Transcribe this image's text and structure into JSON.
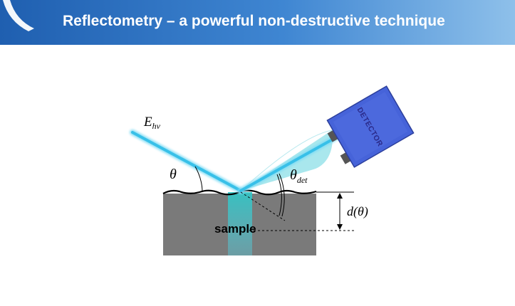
{
  "header": {
    "title": "Reflectometry – a powerful non-destructive technique"
  },
  "diagram": {
    "incident_label_main": "E",
    "incident_label_sub": "hν",
    "theta_label": "θ",
    "theta_det_main": "θ",
    "theta_det_sub": "det",
    "depth_label": "d(θ)",
    "sample_label": "sample",
    "detector_label": "DETECTOR"
  },
  "colors": {
    "header_start": "#1f5fb0",
    "header_end": "#8ec0ea",
    "beam": "#3fc3e6",
    "sample": "#7a7a7a",
    "detector": "#3c5ad6"
  }
}
